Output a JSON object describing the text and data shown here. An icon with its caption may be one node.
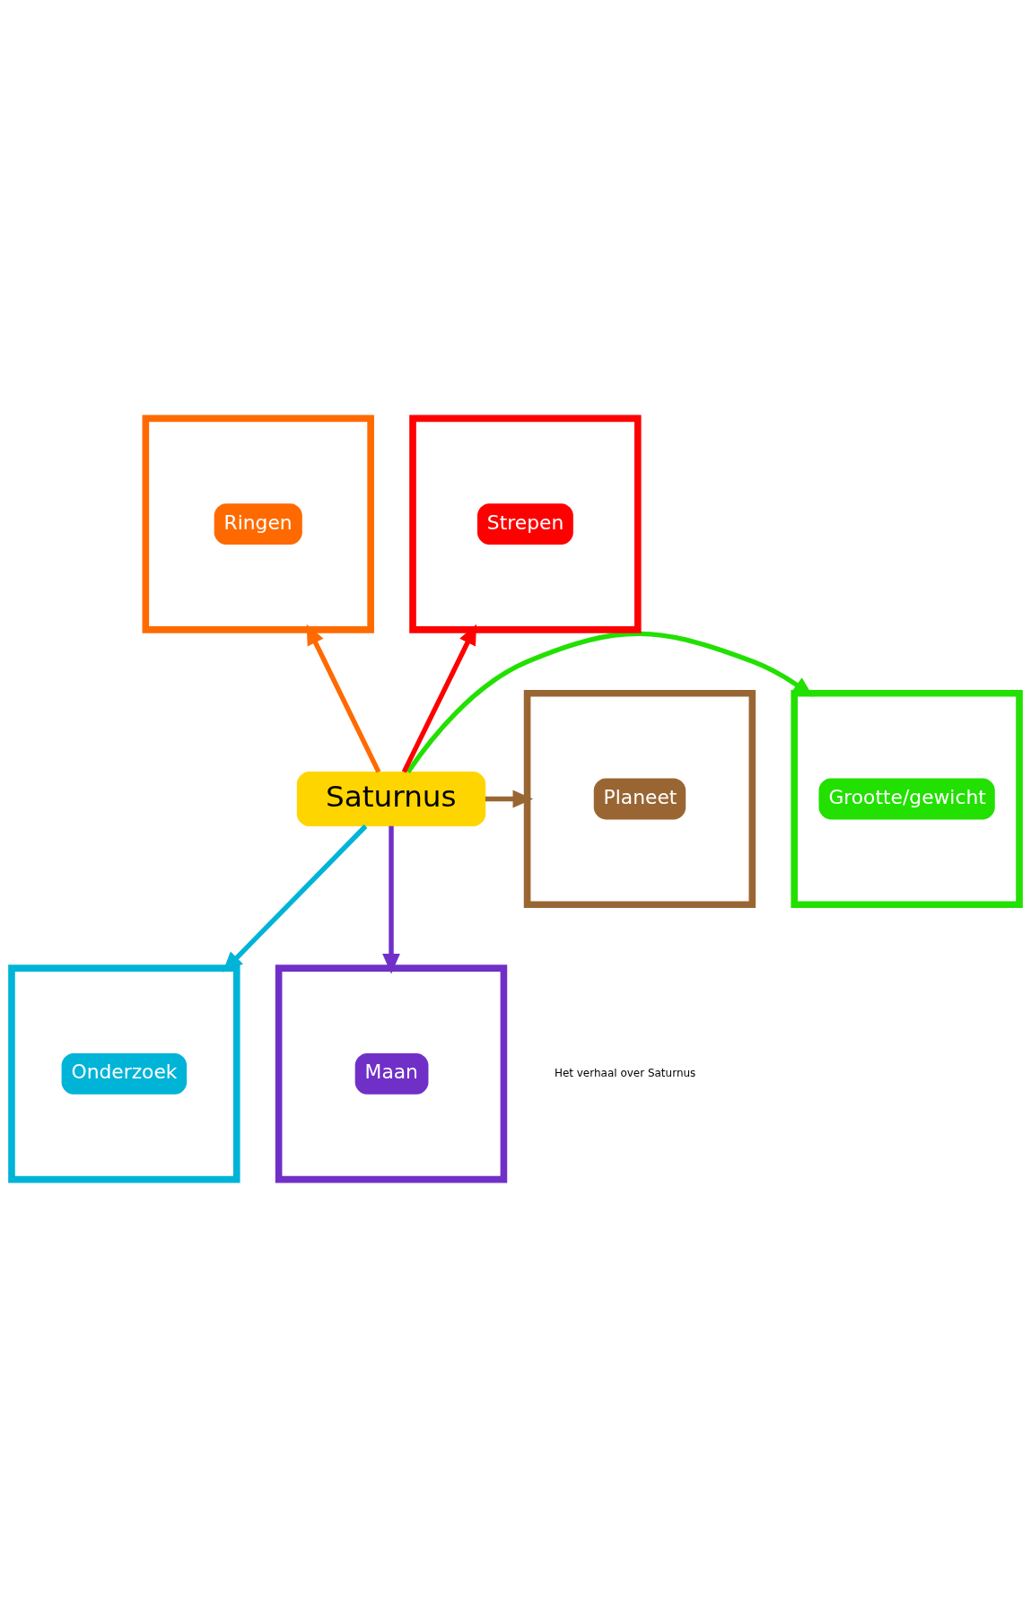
{
  "diagram": {
    "nodes": [
      {
        "text": [
          "Saturnus"
        ]
      },
      {
        "text": [
          "Ringen"
        ]
      },
      {
        "text": [
          "Strepen"
        ]
      },
      {
        "text": [
          "Grootte/gewicht"
        ]
      },
      {
        "text": [
          "Planeet"
        ]
      },
      {
        "text": [
          "Onderzoek"
        ]
      },
      {
        "text": [
          "Maan"
        ]
      }
    ],
    "edges": [
      {
        "from": 0,
        "to": 1,
        "arrow": "to",
        "color": "#ff6a00"
      },
      {
        "from": 0,
        "to": 2,
        "arrow": "to",
        "color": "#ff0000"
      },
      {
        "from": 0,
        "to": 3,
        "arrow": "to",
        "color": "#22e000"
      },
      {
        "from": 0,
        "to": 4,
        "arrow": "to",
        "color": "#996633"
      },
      {
        "from": 0,
        "to": 5,
        "arrow": "to",
        "color": "#00b4d8"
      },
      {
        "from": 0,
        "to": 6,
        "arrow": "to",
        "color": "#7030c8"
      }
    ],
    "labels": [
      "Het verhaal over Saturnus"
    ]
  }
}
